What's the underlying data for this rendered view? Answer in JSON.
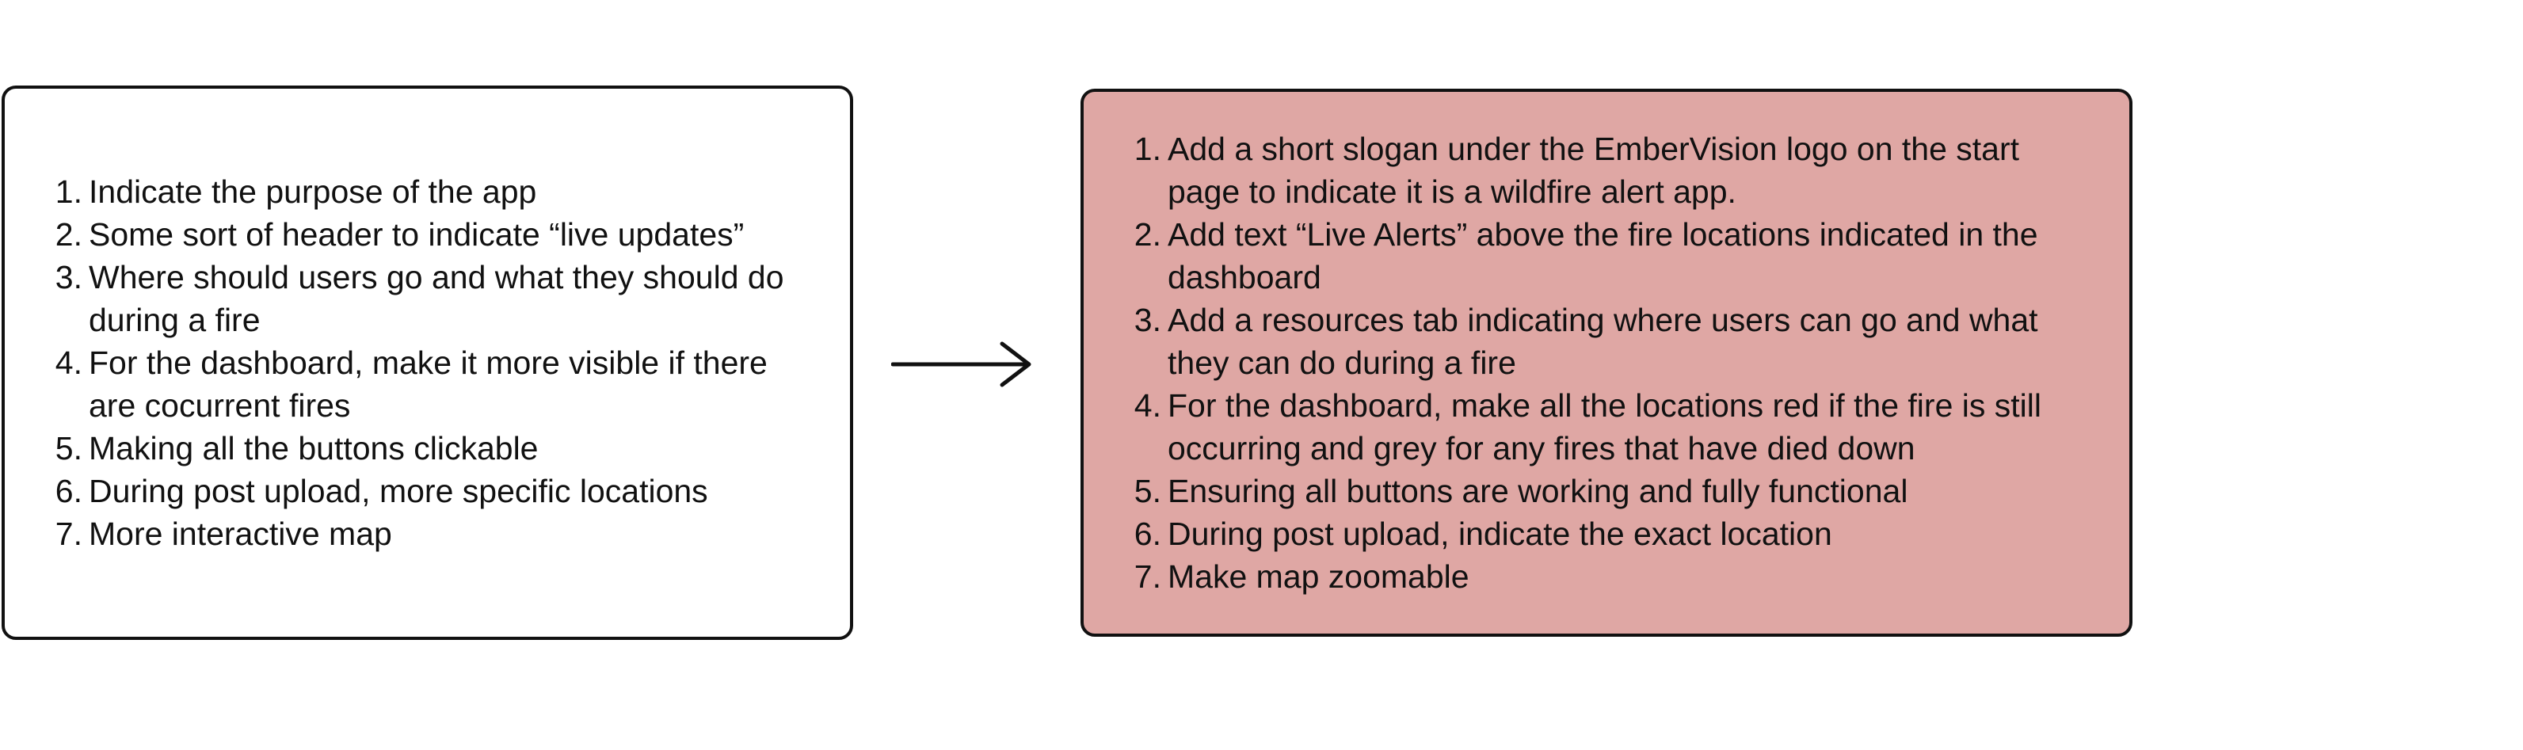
{
  "before": {
    "items": [
      {
        "num": "1.",
        "text": "Indicate the purpose of the app"
      },
      {
        "num": "2.",
        "text": "Some sort of header to indicate “live updates”"
      },
      {
        "num": "3.",
        "text": "Where should users go and what they should do during a fire"
      },
      {
        "num": "4.",
        "text": "For the dashboard, make it more visible if there are cocurrent fires"
      },
      {
        "num": "5.",
        "text": "Making all the buttons clickable"
      },
      {
        "num": "6.",
        "text": "During post upload, more specific locations"
      },
      {
        "num": "7.",
        "text": "More interactive map"
      }
    ]
  },
  "after": {
    "items": [
      {
        "num": "1.",
        "text": "Add a short slogan under the EmberVision logo on the start page to indicate it is a wildfire alert app."
      },
      {
        "num": "2.",
        "text": "Add text “Live Alerts” above the fire locations indicated in the dashboard"
      },
      {
        "num": "3.",
        "text": "Add a resources tab indicating where users can go and what they can do during a fire"
      },
      {
        "num": "4.",
        "text": "For the dashboard, make all the locations red if the fire is still occurring and grey for any fires that have died down"
      },
      {
        "num": "5.",
        "text": "Ensuring all buttons are working and fully functional"
      },
      {
        "num": "6.",
        "text": "During post upload, indicate the exact location"
      },
      {
        "num": "7.",
        "text": "Make map zoomable"
      }
    ]
  },
  "colors": {
    "after_box_fill": "#dfa7a4",
    "border": "#111111"
  },
  "icons": {
    "arrow": "arrow-right-icon"
  }
}
